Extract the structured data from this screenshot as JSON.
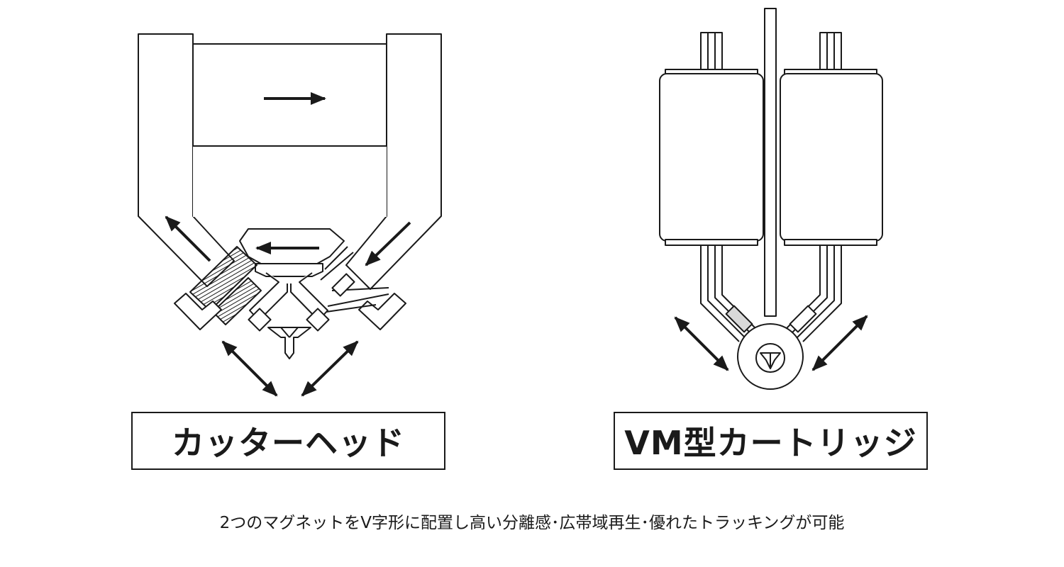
{
  "diagrams": {
    "left": {
      "label": "カッターヘッド"
    },
    "right": {
      "label": "VM型カートリッジ"
    }
  },
  "caption": "2つのマグネットをV字形に配置し高い分離感･広帯域再生･優れたトラッキングが可能",
  "colors": {
    "line": "#1a1a1a",
    "background": "#ffffff",
    "hatch": "#555555",
    "coil_shade": "#d9d9d9"
  }
}
